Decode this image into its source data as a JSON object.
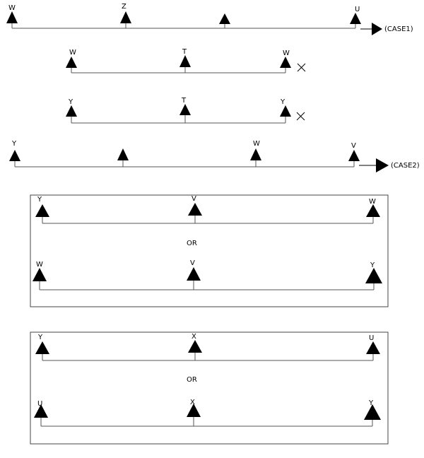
{
  "colors": {
    "ink": "#000000",
    "line": "#555555",
    "box": "#444444"
  },
  "rows": [
    {
      "labels": [
        "W",
        "Z",
        "",
        "U"
      ],
      "note": "(CASE1)",
      "note_kind": "arrow"
    },
    {
      "labels": [
        "W",
        "T",
        "W"
      ],
      "note_kind": "cross"
    },
    {
      "labels": [
        "Y",
        "T",
        "Y"
      ],
      "note_kind": "cross"
    },
    {
      "labels": [
        "Y",
        "",
        "W",
        "V"
      ],
      "note": "(CASE2)",
      "note_kind": "arrow"
    }
  ],
  "boxes": [
    {
      "top": [
        "Y",
        "V",
        "W"
      ],
      "or": "OR",
      "bottom": [
        "W",
        "V",
        "Y"
      ]
    },
    {
      "top": [
        "Y",
        "X",
        "U"
      ],
      "or": "OR",
      "bottom": [
        "U",
        "X",
        "Y"
      ]
    }
  ]
}
